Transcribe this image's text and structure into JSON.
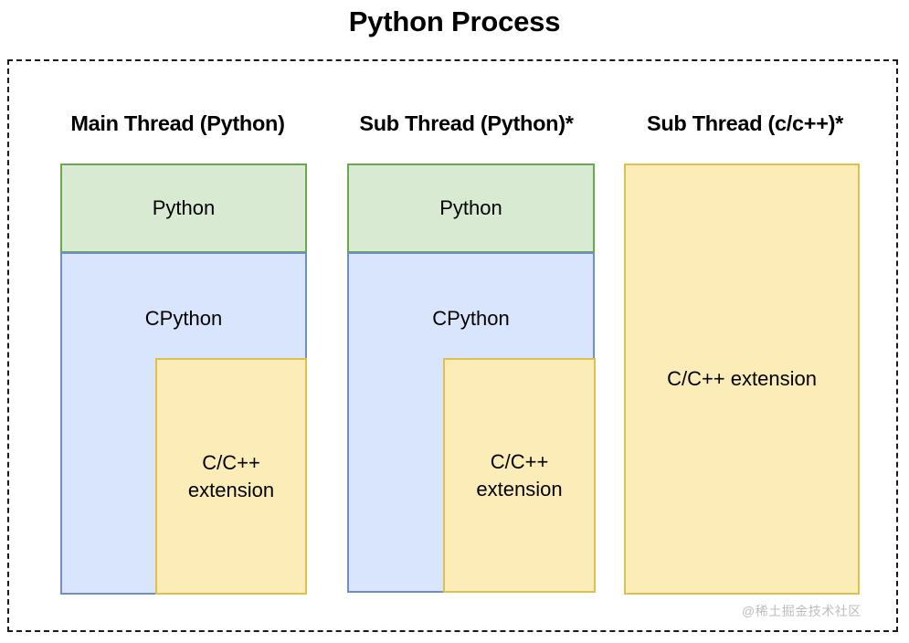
{
  "diagram": {
    "title": "Python Process",
    "watermark": "@稀土掘金技术社区",
    "colors": {
      "python_fill": "#d9ead3",
      "python_border": "#6aa84f",
      "cpython_fill": "#d8e5fc",
      "cpython_border": "#6d8fc4",
      "extension_fill": "#fcedb8",
      "extension_border": "#e0c04c",
      "boundary_border": "#1a1a1a",
      "text": "#000000",
      "watermark_color": "#bdbdbd"
    },
    "columns": [
      {
        "id": "main-thread-python",
        "header": "Main Thread (Python)",
        "layers": [
          {
            "id": "python",
            "label": "Python"
          },
          {
            "id": "cpython",
            "label": "CPython"
          },
          {
            "id": "extension",
            "label": "C/C++\nextension"
          }
        ]
      },
      {
        "id": "sub-thread-python",
        "header": "Sub Thread (Python)*",
        "layers": [
          {
            "id": "python",
            "label": "Python"
          },
          {
            "id": "cpython",
            "label": "CPython"
          },
          {
            "id": "extension",
            "label": "C/C++\nextension"
          }
        ]
      },
      {
        "id": "sub-thread-c-cpp",
        "header": "Sub Thread (c/c++)*",
        "layers": [
          {
            "id": "extension",
            "label": "C/C++ extension"
          }
        ]
      }
    ]
  }
}
